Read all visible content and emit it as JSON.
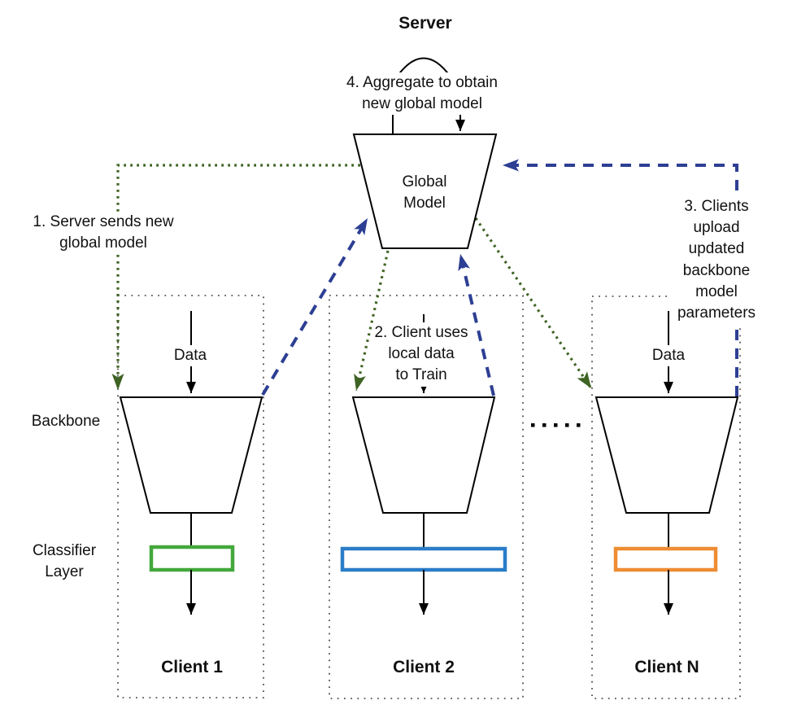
{
  "diagram": {
    "title": "Server",
    "server": {
      "node_label": "Global\nModel",
      "aggregate_label": "4. Aggregate to obtain\nnew global model"
    },
    "steps": {
      "step1": "1. Server sends new\nglobal model",
      "step2": "2. Client uses\nlocal data\nto Train",
      "step3": "3. Clients upload\nupdated backbone\nmodel parameters"
    },
    "labels": {
      "backbone": "Backbone",
      "classifier": "Classifier\nLayer",
      "data": "Data"
    },
    "clients": [
      {
        "name": "Client 1",
        "color": "#43a83c"
      },
      {
        "name": "Client 2",
        "color": "#2a7dc8"
      },
      {
        "name": "Client N",
        "color": "#ee8d33"
      }
    ],
    "ellipsis_dots": 5,
    "colors": {
      "download_arrow": "#3e6323",
      "upload_arrow": "#2d3f93",
      "outline": "#000000",
      "boundary": "#3a3a3a"
    }
  }
}
